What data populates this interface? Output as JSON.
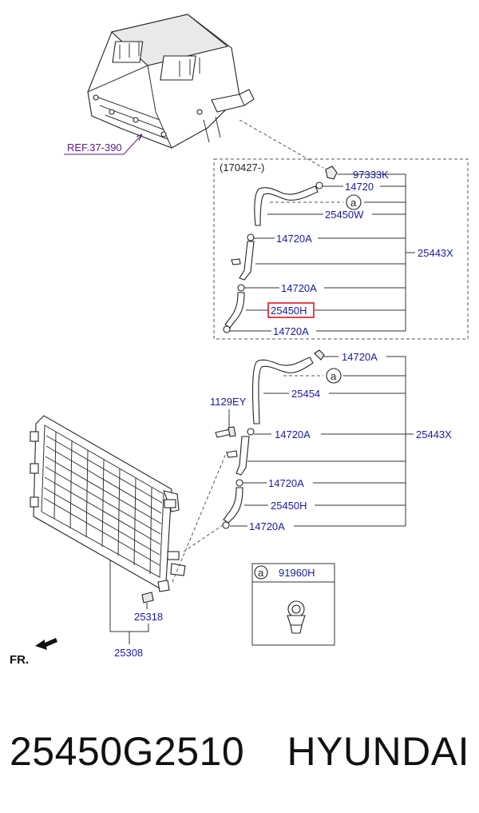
{
  "diagram": {
    "ref_label": "REF.37-390",
    "date_code": "(170427-)",
    "upper_group": {
      "assembly": "25443X",
      "labels": [
        "97333K",
        "14720",
        "25450W",
        "14720A",
        "14720A",
        "25450H",
        "14720A"
      ],
      "marker": "a",
      "highlighted": "25450H",
      "highlight_color": "#e0141e"
    },
    "lower_group": {
      "assembly": "25443X",
      "labels": [
        "14720A",
        "25454",
        "14720A",
        "14720A",
        "25450H",
        "14720A"
      ],
      "marker": "a"
    },
    "bolt_label": "1129EY",
    "radiator_labels": [
      "25318",
      "25308"
    ],
    "detail_box": {
      "marker": "a",
      "part": "91960H"
    },
    "direction_label": "FR.",
    "label_color": "#1a1aa0"
  },
  "footer": {
    "part_number": "25450G2510",
    "brand": "HYUNDAI"
  }
}
